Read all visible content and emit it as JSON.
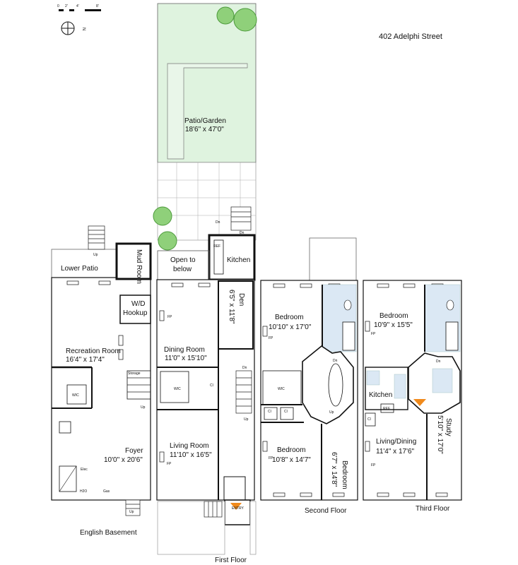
{
  "address": "402 Adelphi Street",
  "scale": {
    "ticks": [
      "0",
      "2'",
      "4'",
      "8'"
    ]
  },
  "compass": {
    "label": "N"
  },
  "floors": {
    "english_basement": {
      "title": "English Basement"
    },
    "first_floor": {
      "title": "First Floor"
    },
    "second_floor": {
      "title": "Second Floor"
    },
    "third_floor": {
      "title": "Third Floor"
    }
  },
  "rooms": {
    "patio_garden": {
      "name": "Patio/Garden",
      "dims": "18'6\" x 47'0\""
    },
    "lower_patio": {
      "name": "Lower Patio"
    },
    "mud_room": {
      "name": "Mud Room"
    },
    "wd_hookup": {
      "line1": "W/D",
      "line2": "Hookup"
    },
    "recreation_room": {
      "name": "Recreation Room",
      "dims": "16'4\" x 17'4\""
    },
    "storage": {
      "name": "Storage"
    },
    "foyer": {
      "name": "Foyer",
      "dims": "10'0\" x 20'6\""
    },
    "elec": {
      "name": "Elec"
    },
    "h2o": {
      "name": "H2O"
    },
    "gas": {
      "name": "Gas"
    },
    "open_to_below": {
      "line1": "Open to",
      "line2": "below"
    },
    "kitchen_first": {
      "name": "Kitchen"
    },
    "den": {
      "name": "Den",
      "dims": "6'5\" x 11'8\""
    },
    "dining_room": {
      "name": "Dining Room",
      "dims": "11'0\" x 15'10\""
    },
    "living_room": {
      "name": "Living Room",
      "dims": "11'10\" x 16'5\""
    },
    "bedroom_2a": {
      "name": "Bedroom",
      "dims": "10'10\" x 17'0\""
    },
    "bedroom_2b": {
      "name": "Bedroom",
      "dims": "10'8\" x 14'7\""
    },
    "bedroom_2c": {
      "name": "Bedroom",
      "dims": "6'7\" x 14'8\""
    },
    "bedroom_3": {
      "name": "Bedroom",
      "dims": "10'9\" x 15'5\""
    },
    "kitchen_third": {
      "name": "Kitchen"
    },
    "living_dining": {
      "name": "Living/Dining",
      "dims": "11'4\" x 17'6\""
    },
    "study": {
      "name": "Study",
      "dims": "5'10\" x 17'0\""
    }
  },
  "marks": {
    "up": "Up",
    "dn": "Dn",
    "wic": "WIC",
    "cl": "Cl",
    "fp": "FP",
    "ref": "REF",
    "entry": "ENTRY"
  },
  "colors": {
    "garden": "#dff3df",
    "tree": "#8fd07a",
    "tile": "#dbe8f4",
    "entry": "#f08a1c"
  }
}
